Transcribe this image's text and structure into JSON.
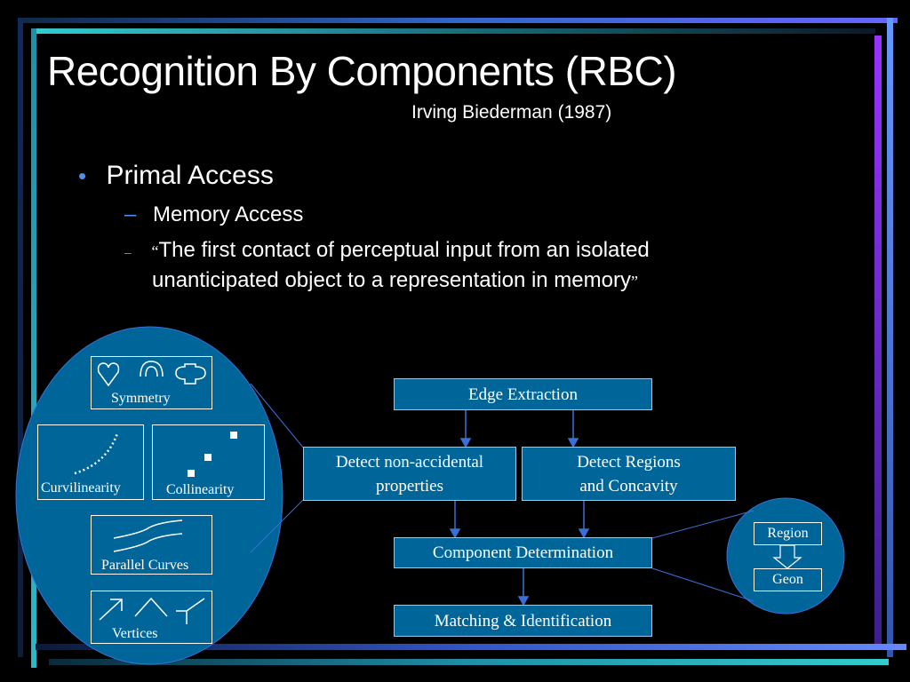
{
  "title": "Recognition By Components (RBC)",
  "subtitle": "Irving Biederman (1987)",
  "bullets": {
    "level1": "Primal Access",
    "level2_item1": "Memory Access",
    "quote_open": "“",
    "quote_line1": "The first contact of perceptual input from an isolated",
    "quote_line2": "unanticipated object to a representation in memory",
    "quote_close": "”"
  },
  "bullet_glyphs": {
    "dot": "•",
    "dash": "–"
  },
  "flowchart": {
    "edge_extraction": "Edge Extraction",
    "detect_nonaccidental_line1": "Detect non-accidental",
    "detect_nonaccidental_line2": "properties",
    "detect_regions_line1": "Detect Regions",
    "detect_regions_line2": "and Concavity",
    "component_determination": "Component Determination",
    "matching": "Matching & Identification"
  },
  "properties": {
    "symmetry": "Symmetry",
    "curvilinearity": "Curvilinearity",
    "collinearity": "Collinearity",
    "parallel_curves": "Parallel Curves",
    "vertices": "Vertices"
  },
  "geon_inset": {
    "region": "Region",
    "geon": "Geon"
  },
  "colors": {
    "background": "#000000",
    "box_fill": "#006699",
    "bullet_accent": "#4f8fe8",
    "connector": "#3a6fd8",
    "frame_cyan": "#33cccc",
    "frame_blue": "#6666ff",
    "frame_violet": "#9933ff"
  }
}
